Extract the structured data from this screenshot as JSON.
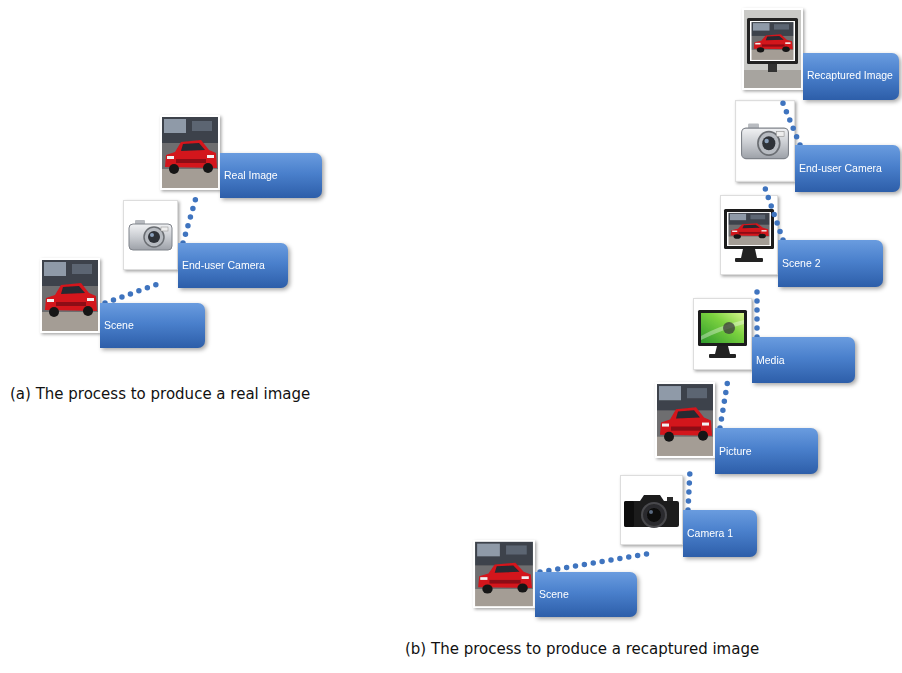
{
  "diagram": {
    "nodes": [
      {
        "text": [
          "Scene"
        ]
      },
      {
        "text": [
          "End-user Camera"
        ]
      },
      {
        "text": [
          "Real Image"
        ]
      },
      {
        "text": [
          "Scene"
        ]
      },
      {
        "text": [
          "Camera 1"
        ]
      },
      {
        "text": [
          "Picture"
        ]
      },
      {
        "text": [
          "Media"
        ]
      },
      {
        "text": [
          "Scene 2"
        ]
      },
      {
        "text": [
          "End-user Camera"
        ]
      },
      {
        "text": [
          "Recaptured Image"
        ]
      }
    ],
    "edges": [
      {
        "from": 0,
        "to": 1,
        "arrow": "none"
      },
      {
        "from": 1,
        "to": 2,
        "arrow": "none"
      },
      {
        "from": 3,
        "to": 4,
        "arrow": "none"
      },
      {
        "from": 4,
        "to": 5,
        "arrow": "none"
      },
      {
        "from": 5,
        "to": 6,
        "arrow": "none"
      },
      {
        "from": 6,
        "to": 7,
        "arrow": "none"
      },
      {
        "from": 7,
        "to": 8,
        "arrow": "none"
      },
      {
        "from": 8,
        "to": 9,
        "arrow": "none"
      }
    ],
    "labels": [
      "(a) The process to produce a real image",
      "(b) The process to produce a recaptured image"
    ]
  }
}
